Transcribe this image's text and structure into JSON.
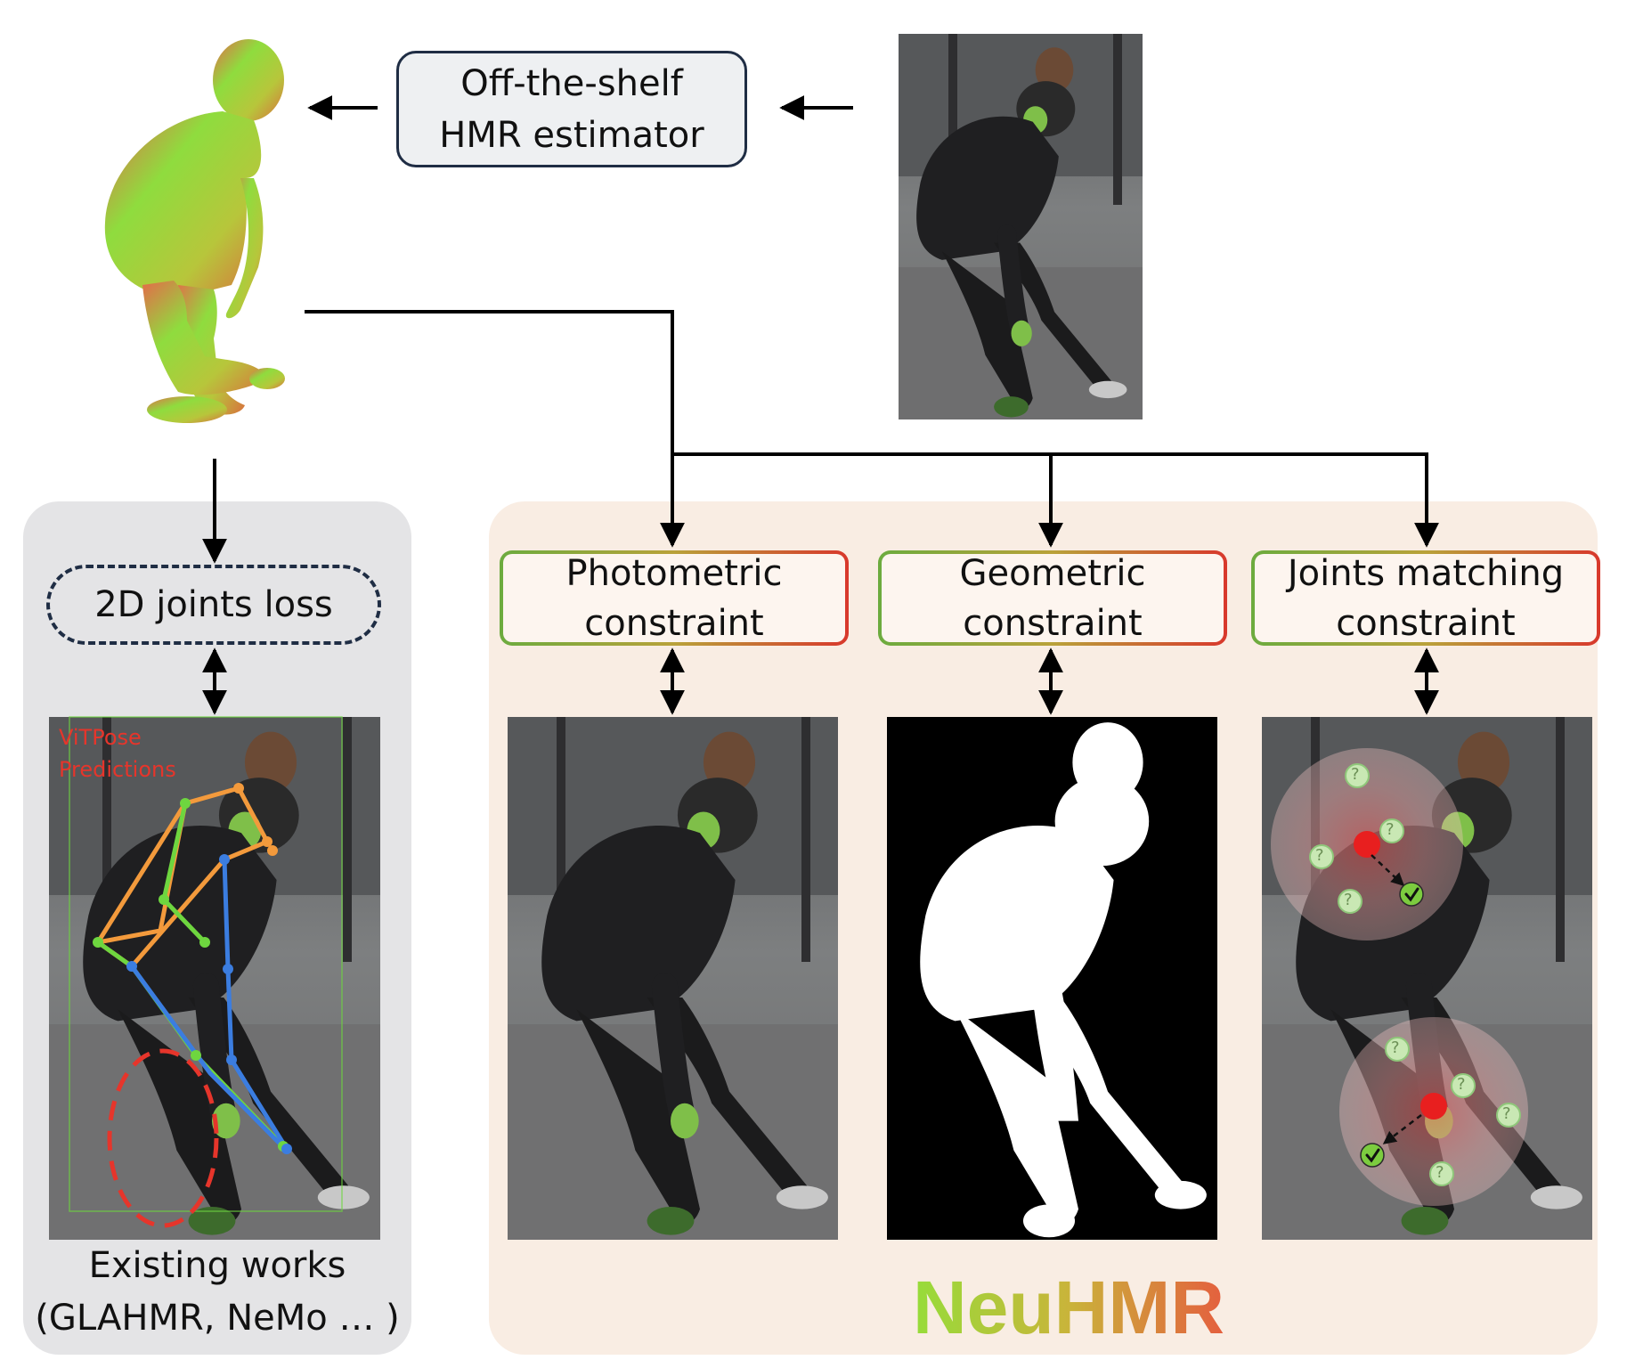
{
  "hmr_estimator": {
    "line1": "Off-the-shelf",
    "line2": "HMR estimator"
  },
  "existing": {
    "loss_label": "2D joints loss",
    "overlay_line1": "ViTPose",
    "overlay_line2": "Predictions",
    "caption_line1": "Existing works",
    "caption_line2": "(GLAHMR, NeMo … )"
  },
  "constraints": [
    {
      "line1": "Photometric",
      "line2": "constraint"
    },
    {
      "line1": "Geometric",
      "line2": "constraint"
    },
    {
      "line1": "Joints matching",
      "line2": "constraint"
    }
  ],
  "brand": {
    "part1": "Neu",
    "part2": "HMR"
  },
  "colors": {
    "box_border": "#1f2d44",
    "left_panel": "#e4e4e6",
    "right_panel": "#f9ede3",
    "grad_green": "#6cab3e",
    "grad_red": "#d8382c",
    "skeleton_orange": "#f39a3c",
    "skeleton_green": "#6ed63f",
    "skeleton_blue": "#3b7de0",
    "highlight_red": "#e6352b"
  },
  "match_marker_symbol": "?",
  "check_symbol": "✓"
}
